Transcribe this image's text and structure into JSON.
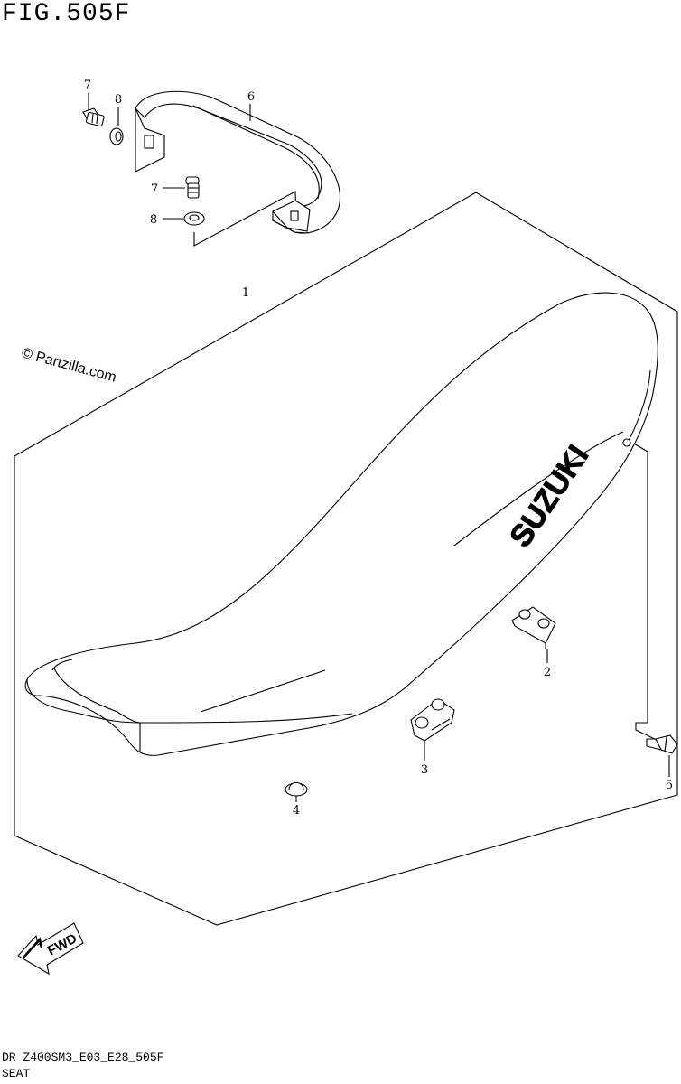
{
  "figure": {
    "title": "FIG.505F",
    "code": "DR Z400SM3_E03_E28_505F",
    "name": "SEAT",
    "watermark": "© Partzilla.com",
    "seat_brand": "SUZUKI",
    "fwd_label": "FWD"
  },
  "callouts": {
    "c1": "1",
    "c2": "2",
    "c3": "3",
    "c4": "4",
    "c5": "5",
    "c6": "6",
    "c7a": "7",
    "c7b": "7",
    "c8a": "8",
    "c8b": "8"
  }
}
